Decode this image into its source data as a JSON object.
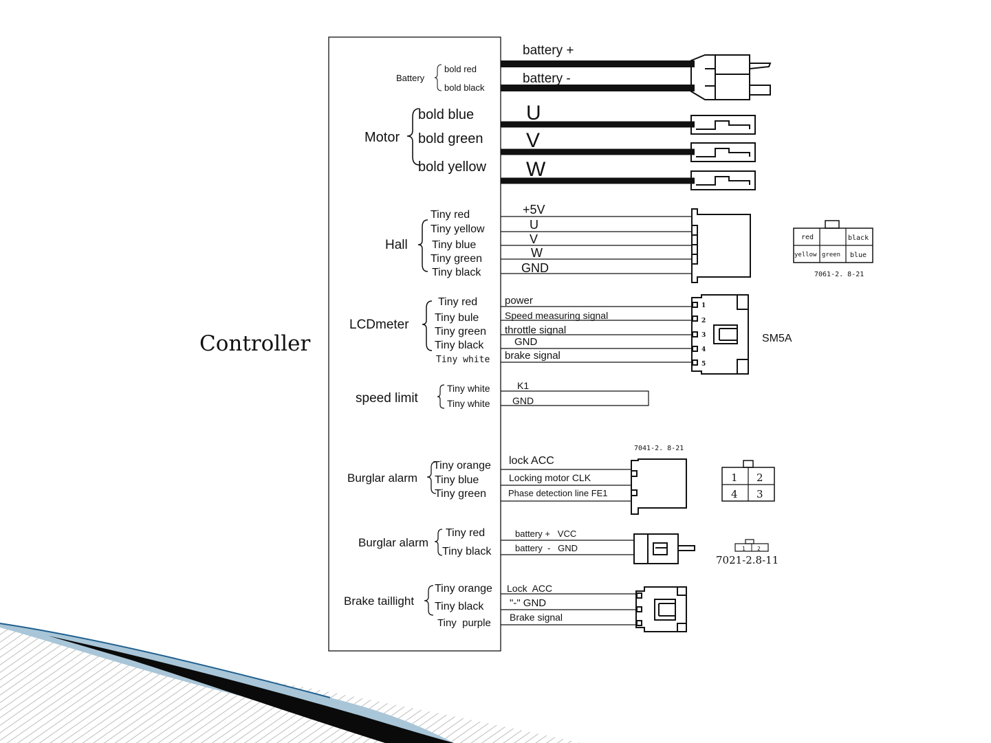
{
  "controller_label": "Controller",
  "battery": {
    "group": "Battery",
    "wires": [
      "bold red",
      "bold black"
    ],
    "signals": [
      "battery +",
      "battery -"
    ]
  },
  "motor": {
    "group": "Motor",
    "wires": [
      "bold blue",
      "bold green",
      "bold yellow"
    ],
    "signals": [
      "U",
      "V",
      "W"
    ]
  },
  "hall": {
    "group": "Hall",
    "wires": [
      "Tiny red",
      "Tiny yellow",
      "Tiny blue",
      "Tiny green",
      "Tiny black"
    ],
    "signals": [
      "+5V",
      "U",
      "V",
      "W",
      "GND"
    ],
    "pinout": [
      "red",
      "",
      "black",
      "yellow",
      "green",
      "blue"
    ],
    "connector": "7061-2. 8-21"
  },
  "lcd": {
    "group": "LCDmeter",
    "wires": [
      "Tiny red",
      "Tiny bule",
      "Tiny green",
      "Tiny black",
      "Tiny white"
    ],
    "signals": [
      "power",
      "Speed measuring signal",
      "throttle signal",
      "GND",
      "brake signal"
    ],
    "pins": [
      "1",
      "2",
      "3",
      "4",
      "5"
    ],
    "connector": "SM5A"
  },
  "speed_limit": {
    "group": "speed limit",
    "wires": [
      "Tiny white",
      "Tiny white"
    ],
    "signals": [
      "K1",
      "GND"
    ]
  },
  "burglar1": {
    "group": "Burglar alarm",
    "wires": [
      "Tiny orange",
      "Tiny blue",
      "Tiny green"
    ],
    "signals": [
      "lock ACC",
      "Locking motor CLK",
      "Phase detection line FE1"
    ],
    "connector": "7041-2. 8-21",
    "pinout": [
      "1",
      "2",
      "4",
      "3"
    ]
  },
  "burglar2": {
    "group": "Burglar alarm",
    "wires": [
      "Tiny red",
      "Tiny black"
    ],
    "signals": [
      "battery +   VCC",
      "battery  -   GND"
    ],
    "connector": "7021-2.8-11",
    "pinout": [
      "1",
      "2"
    ]
  },
  "brake": {
    "group": "Brake taillight",
    "wires": [
      "Tiny orange",
      "Tiny black",
      "Tiny  purple"
    ],
    "signals": [
      "Lock  ACC",
      "\"-\" GND",
      "Brake signal"
    ]
  },
  "colors": {
    "line": "#111111",
    "accent": "#1f5f8f",
    "hatch": "#c8c8c8"
  }
}
